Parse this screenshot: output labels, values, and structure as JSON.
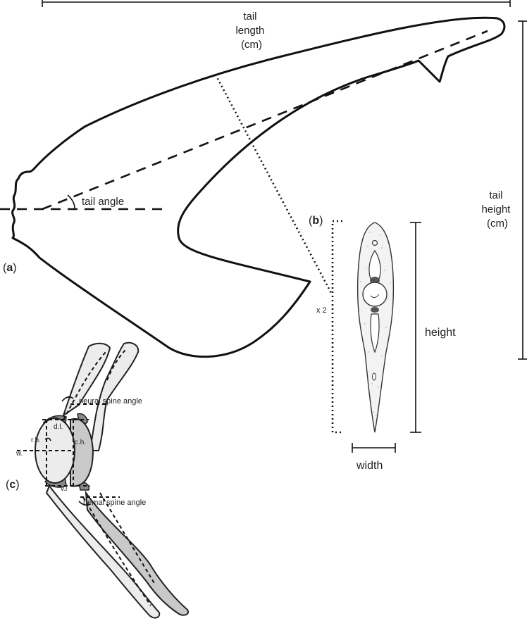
{
  "panel_a": {
    "panel_label": "a",
    "tail_length_label": [
      "tail",
      "length",
      "(cm)"
    ],
    "tail_height_label": [
      "tail",
      "height",
      "(cm)"
    ],
    "tail_angle_label": "tail angle"
  },
  "panel_b": {
    "panel_label": "b",
    "multiplier_label": "x 2",
    "height_label": "height",
    "width_label": "width"
  },
  "panel_c": {
    "panel_label": "c",
    "neural_spine_angle_label": "neural spine angle",
    "hemal_spine_angle_label": "hemal spine angle",
    "dorsal_length_label": "d.l.",
    "ventral_length_label": "v.l",
    "rim_height_label": "r.h.",
    "centrum_height_label": "c.h.",
    "width_label": "w."
  }
}
